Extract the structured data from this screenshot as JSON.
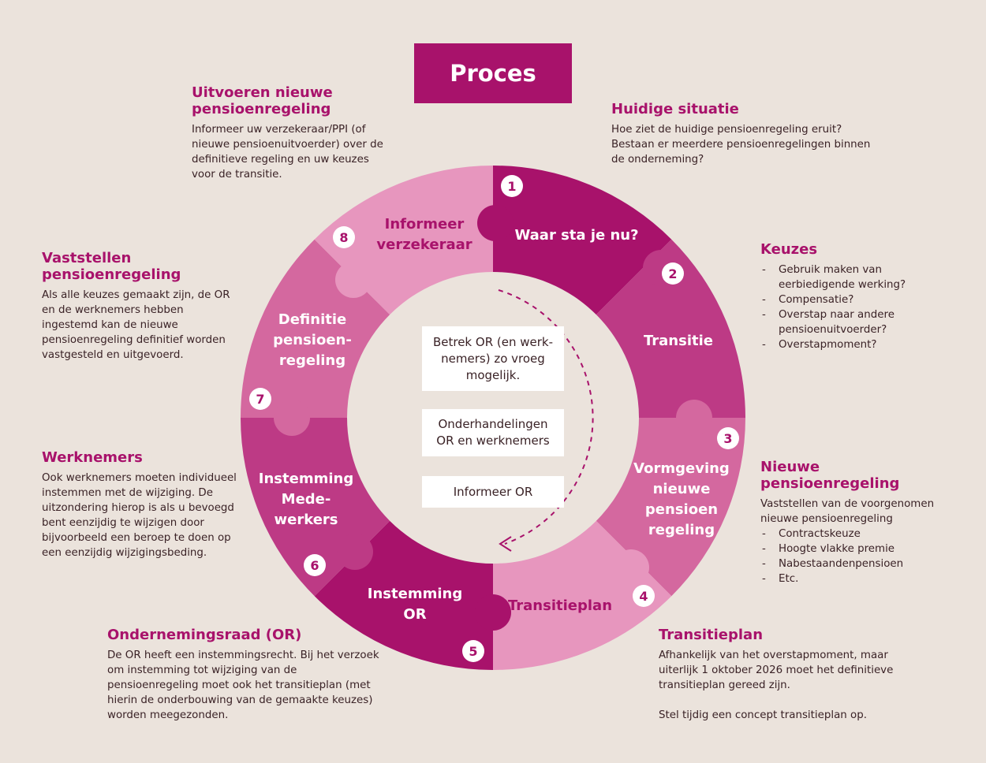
{
  "title": "Proces",
  "segments": [
    {
      "label": [
        "Waar sta je nu?"
      ],
      "number": "1"
    },
    {
      "label": [
        "Transitie"
      ],
      "number": "2"
    },
    {
      "label": [
        "Vormgeving",
        "nieuwe",
        "pensioen",
        "regeling"
      ],
      "number": "3"
    },
    {
      "label": [
        "Transitieplan"
      ],
      "number": "4"
    },
    {
      "label": [
        "Instemming",
        "OR"
      ],
      "number": "5"
    },
    {
      "label": [
        "Instemming",
        "Mede-",
        "werkers"
      ],
      "number": "6"
    },
    {
      "label": [
        "Definitie",
        "pensioen-",
        "regeling"
      ],
      "number": "7"
    },
    {
      "label": [
        "Informeer",
        "verzekeraar"
      ],
      "number": "8"
    }
  ],
  "center": {
    "box1": "Betrek OR (en werk- nemers) zo vroeg mogelijk.",
    "box2": "Onderhandelingen OR en werknemers",
    "box3": "Informeer OR"
  },
  "notes": {
    "huidige": {
      "title": "Huidige situatie",
      "text": "Hoe ziet de huidige pensioenregeling eruit? Bestaan er meerdere pensioenregelingen binnen de onderneming?"
    },
    "keuzes": {
      "title": "Keuzes",
      "items": [
        "Gebruik maken van eerbiedigende werking?",
        "Compensatie?",
        "Overstap naar andere pensioenuitvoerder?",
        "Overstapmoment?"
      ]
    },
    "nieuwe": {
      "title": "Nieuwe pensioenregeling",
      "text": "Vaststellen van de voorgenomen nieuwe pensioenregeling",
      "items": [
        "Contractskeuze",
        "Hoogte vlakke premie",
        "Nabestaandenpensioen",
        "Etc."
      ]
    },
    "transitieplan": {
      "title": "Transitieplan",
      "text1": "Afhankelijk van het overstapmoment, maar uiterlijk 1 oktober 2026 moet het definitieve transitieplan gereed zijn.",
      "text2": "Stel tijdig een concept transitieplan op."
    },
    "or": {
      "title": "Ondernemingsraad (OR)",
      "text": "De OR heeft een instemmingsrecht. Bij het verzoek om instemming tot wijziging van de pensioenregeling moet ook het transitieplan (met hierin de onderbouwing van de gemaakte keuzes) worden meegezonden."
    },
    "werknemers": {
      "title": "Werknemers",
      "text": "Ook werknemers moeten individueel instemmen met de wijziging. De uitzondering hierop is als u bevoegd bent eenzijdig te wijzigen door bijvoorbeeld een beroep te doen op een eenzijdig wijzigingsbeding."
    },
    "vaststellen": {
      "title": "Vaststellen pensioenregeling",
      "text": "Als alle keuzes gemaakt zijn, de OR en de werknemers hebben ingestemd kan de nieuwe pensioenregeling definitief worden vastgesteld en uitgevoerd."
    },
    "uitvoeren": {
      "title": "Uitvoeren nieuwe pensioenregeling",
      "text": "Informeer uw verzekeraar/PPI (of nieuwe pensioenuitvoerder) over de definitieve regeling en uw keuzes voor de transitie."
    }
  }
}
